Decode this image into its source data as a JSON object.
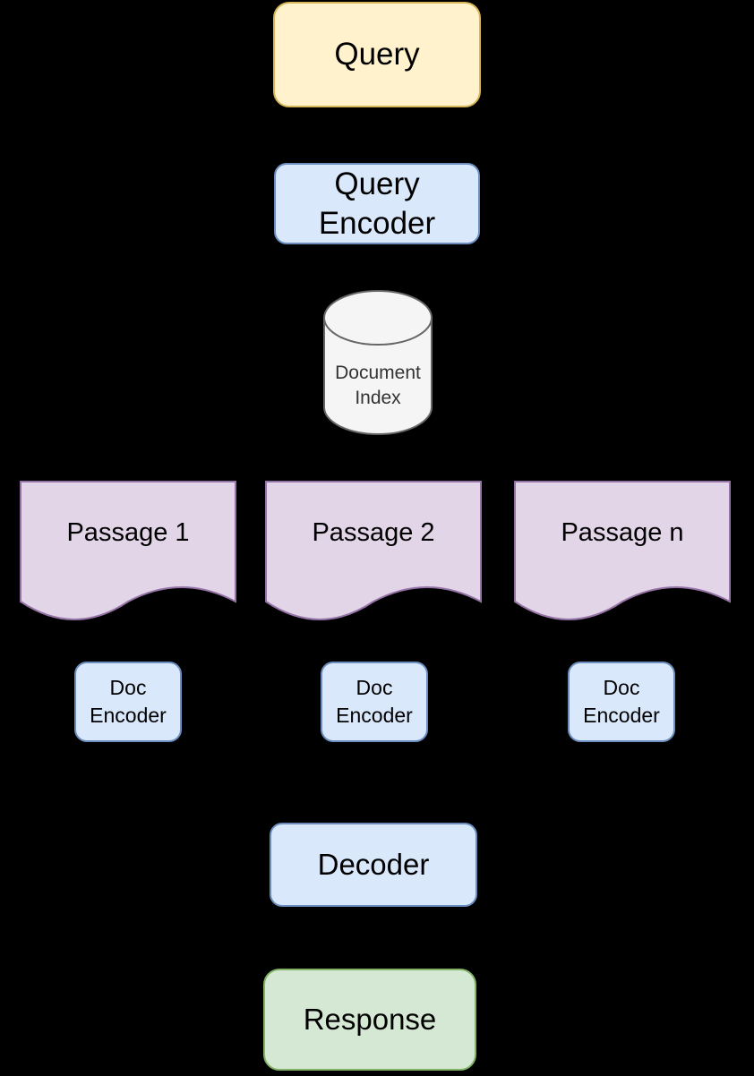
{
  "diagram": {
    "query": {
      "label": "Query"
    },
    "query_encoder": {
      "line1": "Query",
      "line2": "Encoder"
    },
    "document_index": {
      "line1": "Document",
      "line2": "Index"
    },
    "passages": [
      {
        "label": "Passage 1"
      },
      {
        "label": "Passage 2"
      },
      {
        "label": "Passage n"
      }
    ],
    "doc_encoders": [
      {
        "line1": "Doc",
        "line2": "Encoder"
      },
      {
        "line1": "Doc",
        "line2": "Encoder"
      },
      {
        "line1": "Doc",
        "line2": "Encoder"
      }
    ],
    "decoder": {
      "label": "Decoder"
    },
    "response": {
      "label": "Response"
    }
  },
  "colors": {
    "background": "#000000",
    "yellow_fill": "#FFF2CC",
    "yellow_stroke": "#D6B656",
    "blue_fill": "#DAE8FC",
    "blue_stroke": "#6C8EBF",
    "purple_fill": "#E1D5E7",
    "purple_stroke": "#9673A6",
    "green_fill": "#D5E8D4",
    "green_stroke": "#82B366",
    "gray_fill": "#F5F5F5",
    "gray_stroke": "#666666",
    "text": "#000000",
    "index_text": "#333333"
  }
}
